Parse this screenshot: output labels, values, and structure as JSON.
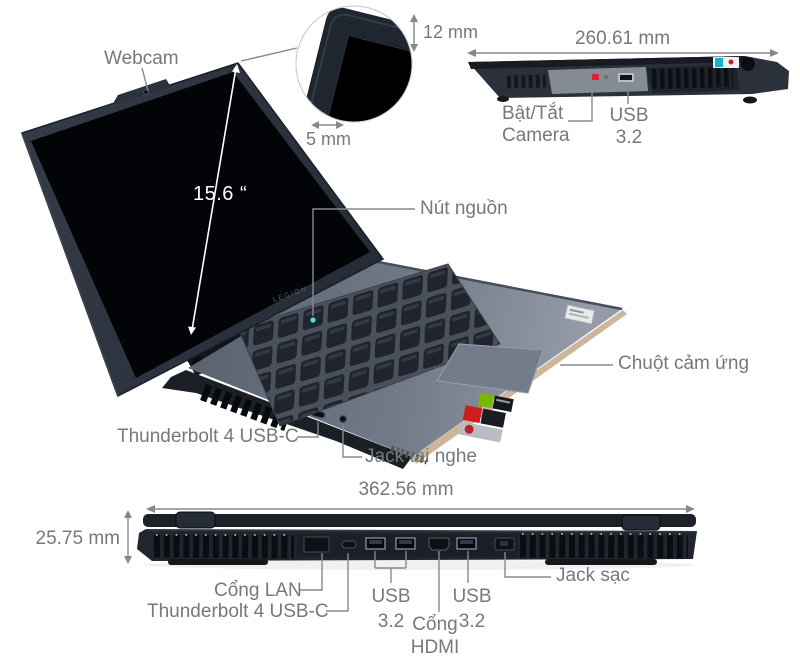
{
  "colors": {
    "label_text": "#75797d",
    "measure_line": "#85898e",
    "laptop_body_dark": "#262b34",
    "deck_slate": "#6b7382",
    "screen_black": "#000000",
    "sticker_green": "#76b900",
    "sticker_red": "#cf1c1f",
    "front_lip_tan": "#cdb69c",
    "camera_switch_red": "#d9232a",
    "screen_size_text": "#ffffff"
  },
  "main_view": {
    "webcam": "Webcam",
    "screen_size": "15.6 “",
    "power_button": "Nút nguồn",
    "touchpad": "Chuột cảm ứng",
    "thunderbolt": "Thunderbolt 4 USB-C",
    "headphone_jack": "Jack tai nghe",
    "lid_brand": "LEGION"
  },
  "bezel_zoom": {
    "top_thickness": "12 mm",
    "side_thickness": "5 mm"
  },
  "side_view": {
    "depth": "260.61 mm",
    "camera_switch": "Bật/Tắt\nCamera",
    "usb": "USB\n3.2"
  },
  "rear_view": {
    "width": "362.56 mm",
    "height": "25.75 mm",
    "lan": "Cổng LAN",
    "thunderbolt": "Thunderbolt 4 USB-C",
    "usb_pair": "USB\n3.2",
    "hdmi": "Cổng\nHDMI",
    "usb_single": "USB\n3.2",
    "charging_jack": "Jack sạc"
  }
}
